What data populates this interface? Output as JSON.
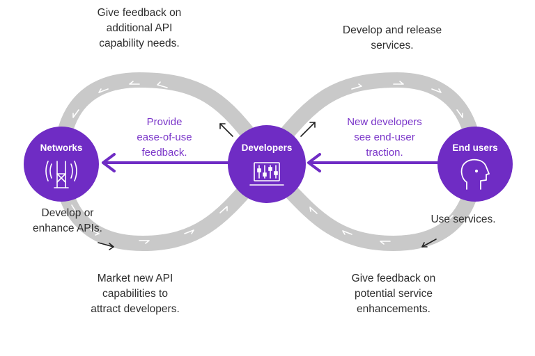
{
  "colors": {
    "purple": "#6f2cc4",
    "loop_gray": "#c9c9c9",
    "chevron": "#ffffff",
    "arrow_dark": "#222222",
    "label_purple": "#7a35c9"
  },
  "nodes": {
    "networks": {
      "title": "Networks",
      "icon": "network-antenna-icon"
    },
    "developers": {
      "title": "Developers",
      "icon": "laptop-sliders-icon"
    },
    "end_users": {
      "title": "End users",
      "icon": "head-profile-icon"
    }
  },
  "labels": {
    "top_left": "Give feedback on\nadditional API\ncapability needs.",
    "top_right": "Develop and release\nservices.",
    "bottom_left": "Market new API\ncapabilities to\nattract developers.",
    "bottom_right": "Give feedback on\npotential service\nenhancements.",
    "networks_note": "Develop or\nenhance APIs.",
    "end_users_note": "Use services.",
    "center_left": "Provide\nease-of-use\nfeedback.",
    "center_right": "New developers\nsee end-user\ntraction."
  }
}
